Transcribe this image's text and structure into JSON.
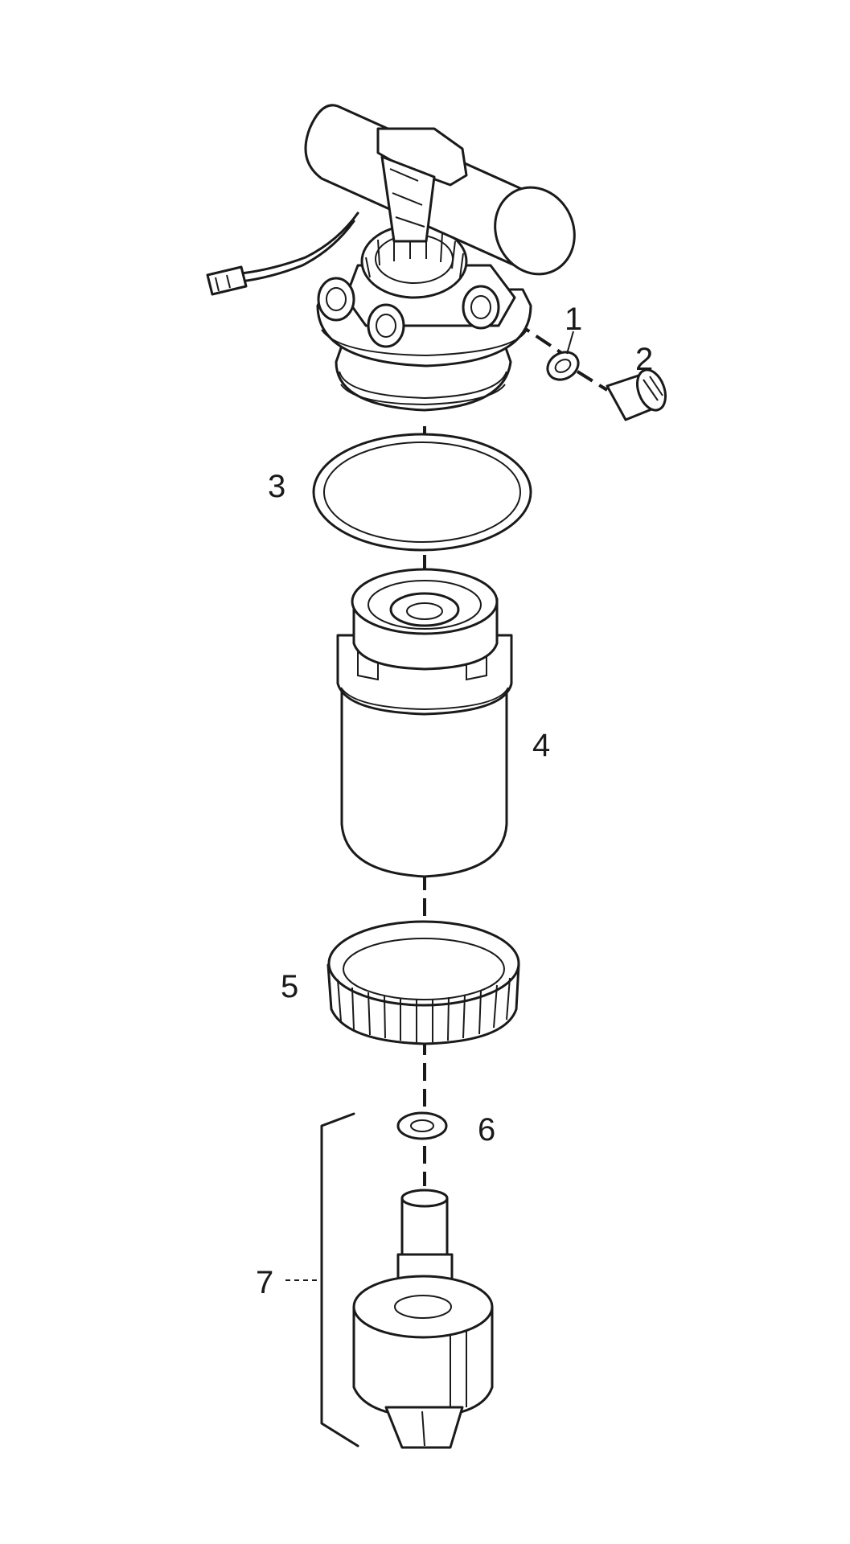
{
  "labels": {
    "p1": "1",
    "p2": "2",
    "p3": "3",
    "p4": "4",
    "p5": "5",
    "p6": "6",
    "p7": "7"
  },
  "colors": {
    "line": "#1a1a1a",
    "background": "#ffffff"
  }
}
